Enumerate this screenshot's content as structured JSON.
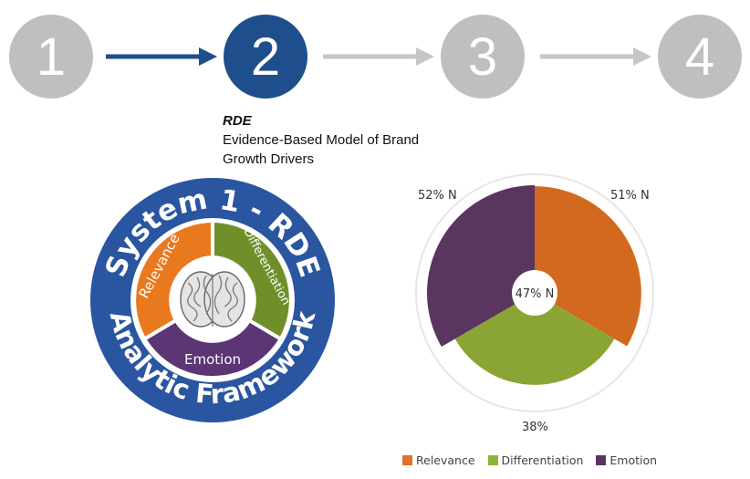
{
  "steps": [
    {
      "label": "1",
      "state": "inactive"
    },
    {
      "label": "2",
      "state": "active"
    },
    {
      "label": "3",
      "state": "inactive"
    },
    {
      "label": "4",
      "state": "inactive"
    }
  ],
  "description": {
    "title": "RDE",
    "line1": "Evidence-Based  Model of Brand",
    "line2": "Growth Drivers"
  },
  "logo": {
    "top_text": "System 1 - RDE",
    "bottom_text": "Analytic Framework",
    "segments": {
      "relevance": "Relevance",
      "differentiation": "Differentiation",
      "emotion": "Emotion"
    },
    "colors": {
      "ring": "#2a55a0",
      "relevance": "#e8791f",
      "differentiation": "#6f8f2b",
      "emotion": "#5b3574"
    }
  },
  "chart_data": {
    "type": "pie",
    "slices": [
      {
        "name": "Relevance",
        "value": 51,
        "label": "51% N",
        "color": "#d2691e"
      },
      {
        "name": "Differentiation",
        "value": 38,
        "label": "38%",
        "color": "#8ba534"
      },
      {
        "name": "Emotion",
        "value": 52,
        "label": "52% N",
        "color": "#5a3560"
      }
    ],
    "center_label": "47% N",
    "legend": [
      "Relevance",
      "Differentiation",
      "Emotion"
    ],
    "legend_position": "bottom"
  }
}
